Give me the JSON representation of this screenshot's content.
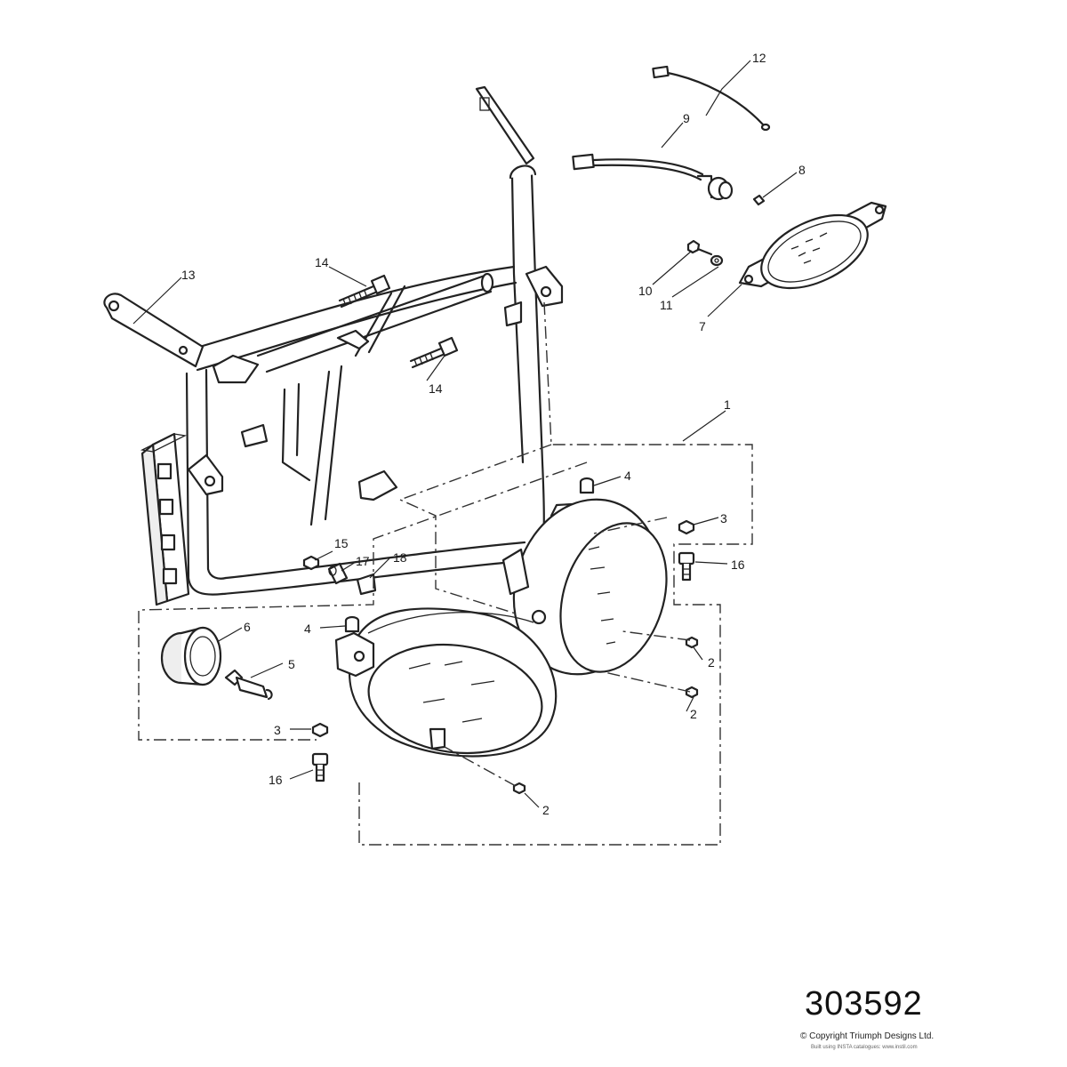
{
  "diagram": {
    "callouts": [
      {
        "id": "c12",
        "text": "12"
      },
      {
        "id": "c9",
        "text": "9"
      },
      {
        "id": "c8",
        "text": "8"
      },
      {
        "id": "c13",
        "text": "13"
      },
      {
        "id": "c14a",
        "text": "14"
      },
      {
        "id": "c14b",
        "text": "14"
      },
      {
        "id": "c10",
        "text": "10"
      },
      {
        "id": "c11",
        "text": "11"
      },
      {
        "id": "c7",
        "text": "7"
      },
      {
        "id": "c1",
        "text": "1"
      },
      {
        "id": "c4a",
        "text": "4"
      },
      {
        "id": "c3a",
        "text": "3"
      },
      {
        "id": "c16a",
        "text": "16"
      },
      {
        "id": "c15",
        "text": "15"
      },
      {
        "id": "c17",
        "text": "17"
      },
      {
        "id": "c18",
        "text": "18"
      },
      {
        "id": "c6",
        "text": "6"
      },
      {
        "id": "c4b",
        "text": "4"
      },
      {
        "id": "c5",
        "text": "5"
      },
      {
        "id": "c2a",
        "text": "2"
      },
      {
        "id": "c2b",
        "text": "2"
      },
      {
        "id": "c3b",
        "text": "3"
      },
      {
        "id": "c16b",
        "text": "16"
      },
      {
        "id": "c2c",
        "text": "2"
      }
    ]
  },
  "footer": {
    "reference_number": "303592",
    "copyright": "© Copyright Triumph Designs Ltd.",
    "built_with": "Built using INSTA catalogues: www.instil.com"
  }
}
